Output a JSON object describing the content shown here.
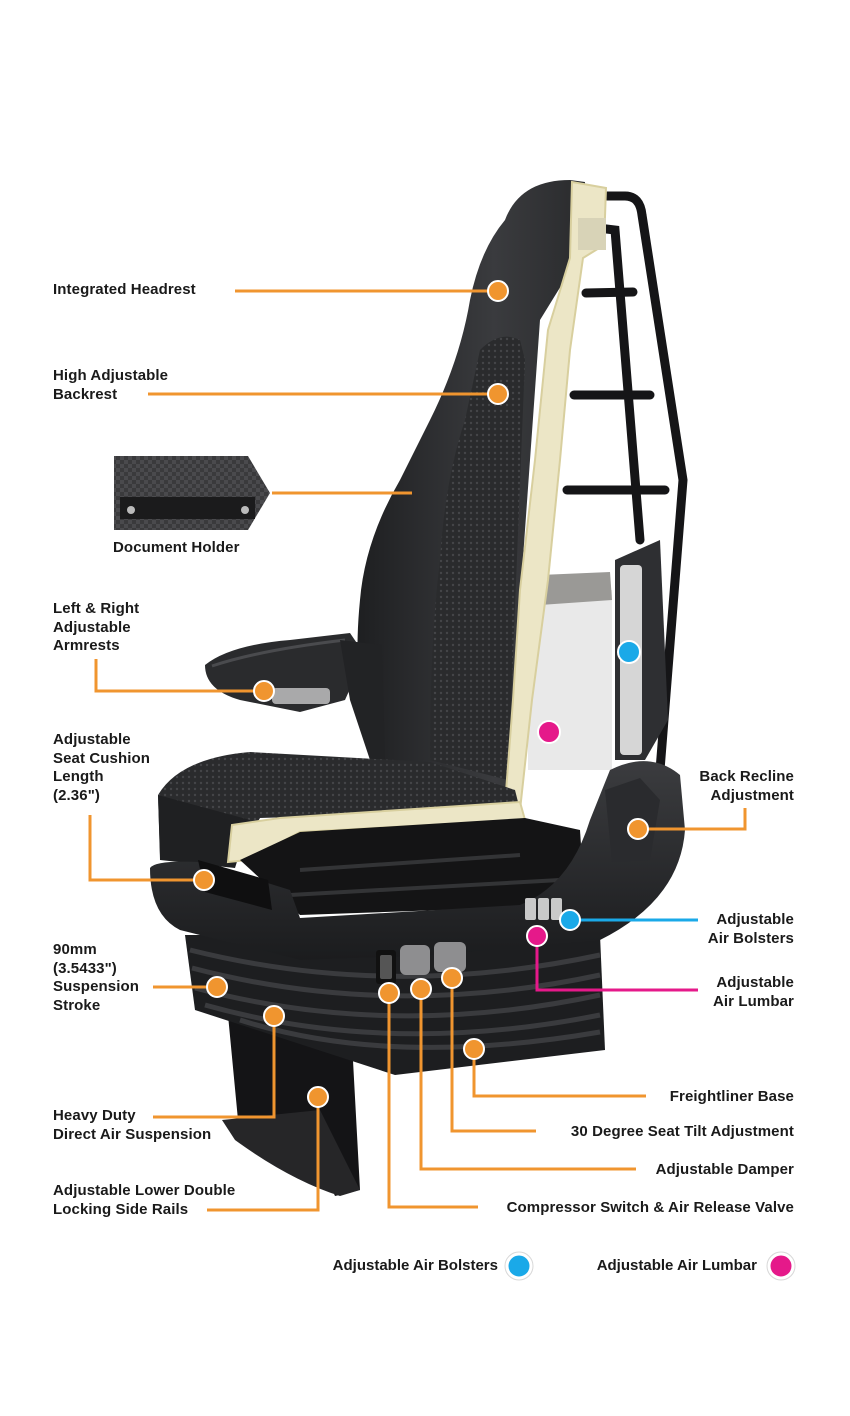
{
  "colors": {
    "leader_orange": "#f0952f",
    "bolster_blue": "#1aa9e8",
    "lumbar_pink": "#e5198a",
    "seat_fabric": "#2b2c2e",
    "foam": "#ece6c6",
    "frame": "#1c1c1e"
  },
  "icons": {
    "seat_illustration": "truck-seat-cutaway-illustration",
    "document_holder": "document-holder-swatch"
  },
  "labels": {
    "integrated_headrest": "Integrated Headrest",
    "high_adjustable_backrest": "High Adjustable\nBackrest",
    "document_holder": "Document Holder",
    "armrests": "Left & Right\nAdjustable\nArmrests",
    "seat_cushion_length": "Adjustable\nSeat Cushion\nLength\n(2.36\")",
    "suspension_stroke": "90mm\n(3.5433\")\nSuspension\nStroke",
    "direct_air_suspension": "Heavy Duty\nDirect Air Suspension",
    "side_rails": "Adjustable Lower Double\nLocking Side Rails",
    "back_recline": "Back Recline\nAdjustment",
    "air_bolsters": "Adjustable\nAir Bolsters",
    "air_lumbar": "Adjustable\nAir Lumbar",
    "freightliner_base": "Freightliner Base",
    "seat_tilt": "30 Degree Seat Tilt Adjustment",
    "adjustable_damper": "Adjustable Damper",
    "compressor_switch": "Compressor Switch & Air Release Valve"
  },
  "legend": {
    "bolsters": "Adjustable Air Bolsters",
    "lumbar": "Adjustable Air Lumbar"
  }
}
